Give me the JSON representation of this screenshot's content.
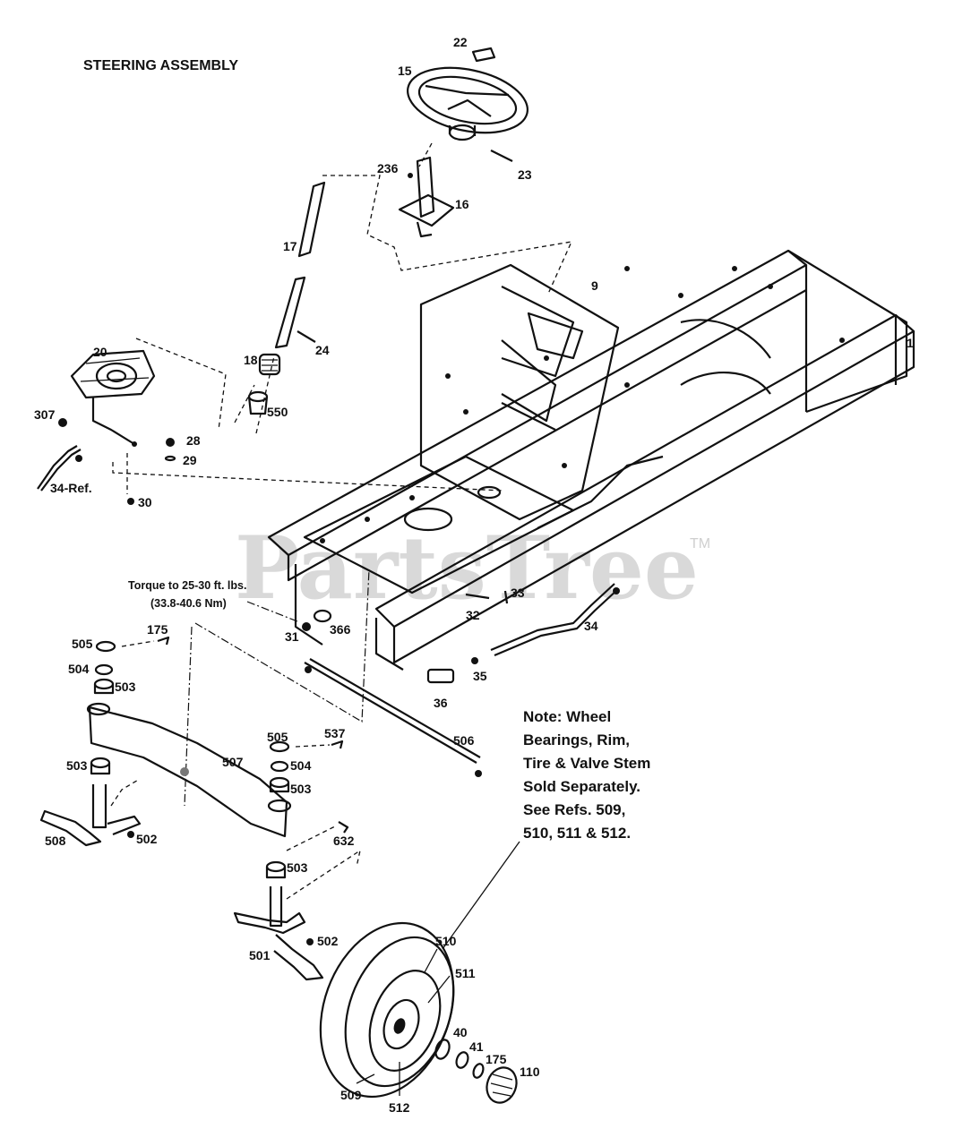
{
  "title": "STEERING ASSEMBLY",
  "watermark": {
    "text": "PartsTree",
    "tm": "TM"
  },
  "torque_note": {
    "line1": "Torque to 25-30 ft. lbs.",
    "line2": "(33.8-40.6 Nm)"
  },
  "note": {
    "lines": [
      "Note:  Wheel",
      "Bearings, Rim,",
      "Tire & Valve Stem",
      "Sold Separately.",
      "See Refs. 509,",
      "510, 511 & 512."
    ]
  },
  "callouts": {
    "c22": "22",
    "c15": "15",
    "c23": "23",
    "c236": "236",
    "c16": "16",
    "c17": "17",
    "c9": "9",
    "c1": "1",
    "c24": "24",
    "c20": "20",
    "c18": "18",
    "c550": "550",
    "c307": "307",
    "c28": "28",
    "c29": "29",
    "c34ref": "34-Ref.",
    "c30": "30",
    "c33": "33",
    "c32": "32",
    "c31": "31",
    "c366": "366",
    "c34": "34",
    "c175a": "175",
    "c505a": "505",
    "c504a": "504",
    "c503a": "503",
    "c35": "35",
    "c36": "36",
    "c505b": "505",
    "c537": "537",
    "c506": "506",
    "c504b": "504",
    "c503b": "503",
    "c507": "507",
    "c503c": "503",
    "c508": "508",
    "c502a": "502",
    "c632": "632",
    "c503d": "503",
    "c502b": "502",
    "c501": "501",
    "c510": "510",
    "c511": "511",
    "c40": "40",
    "c41": "41",
    "c175b": "175",
    "c110": "110",
    "c509": "509",
    "c512": "512"
  }
}
